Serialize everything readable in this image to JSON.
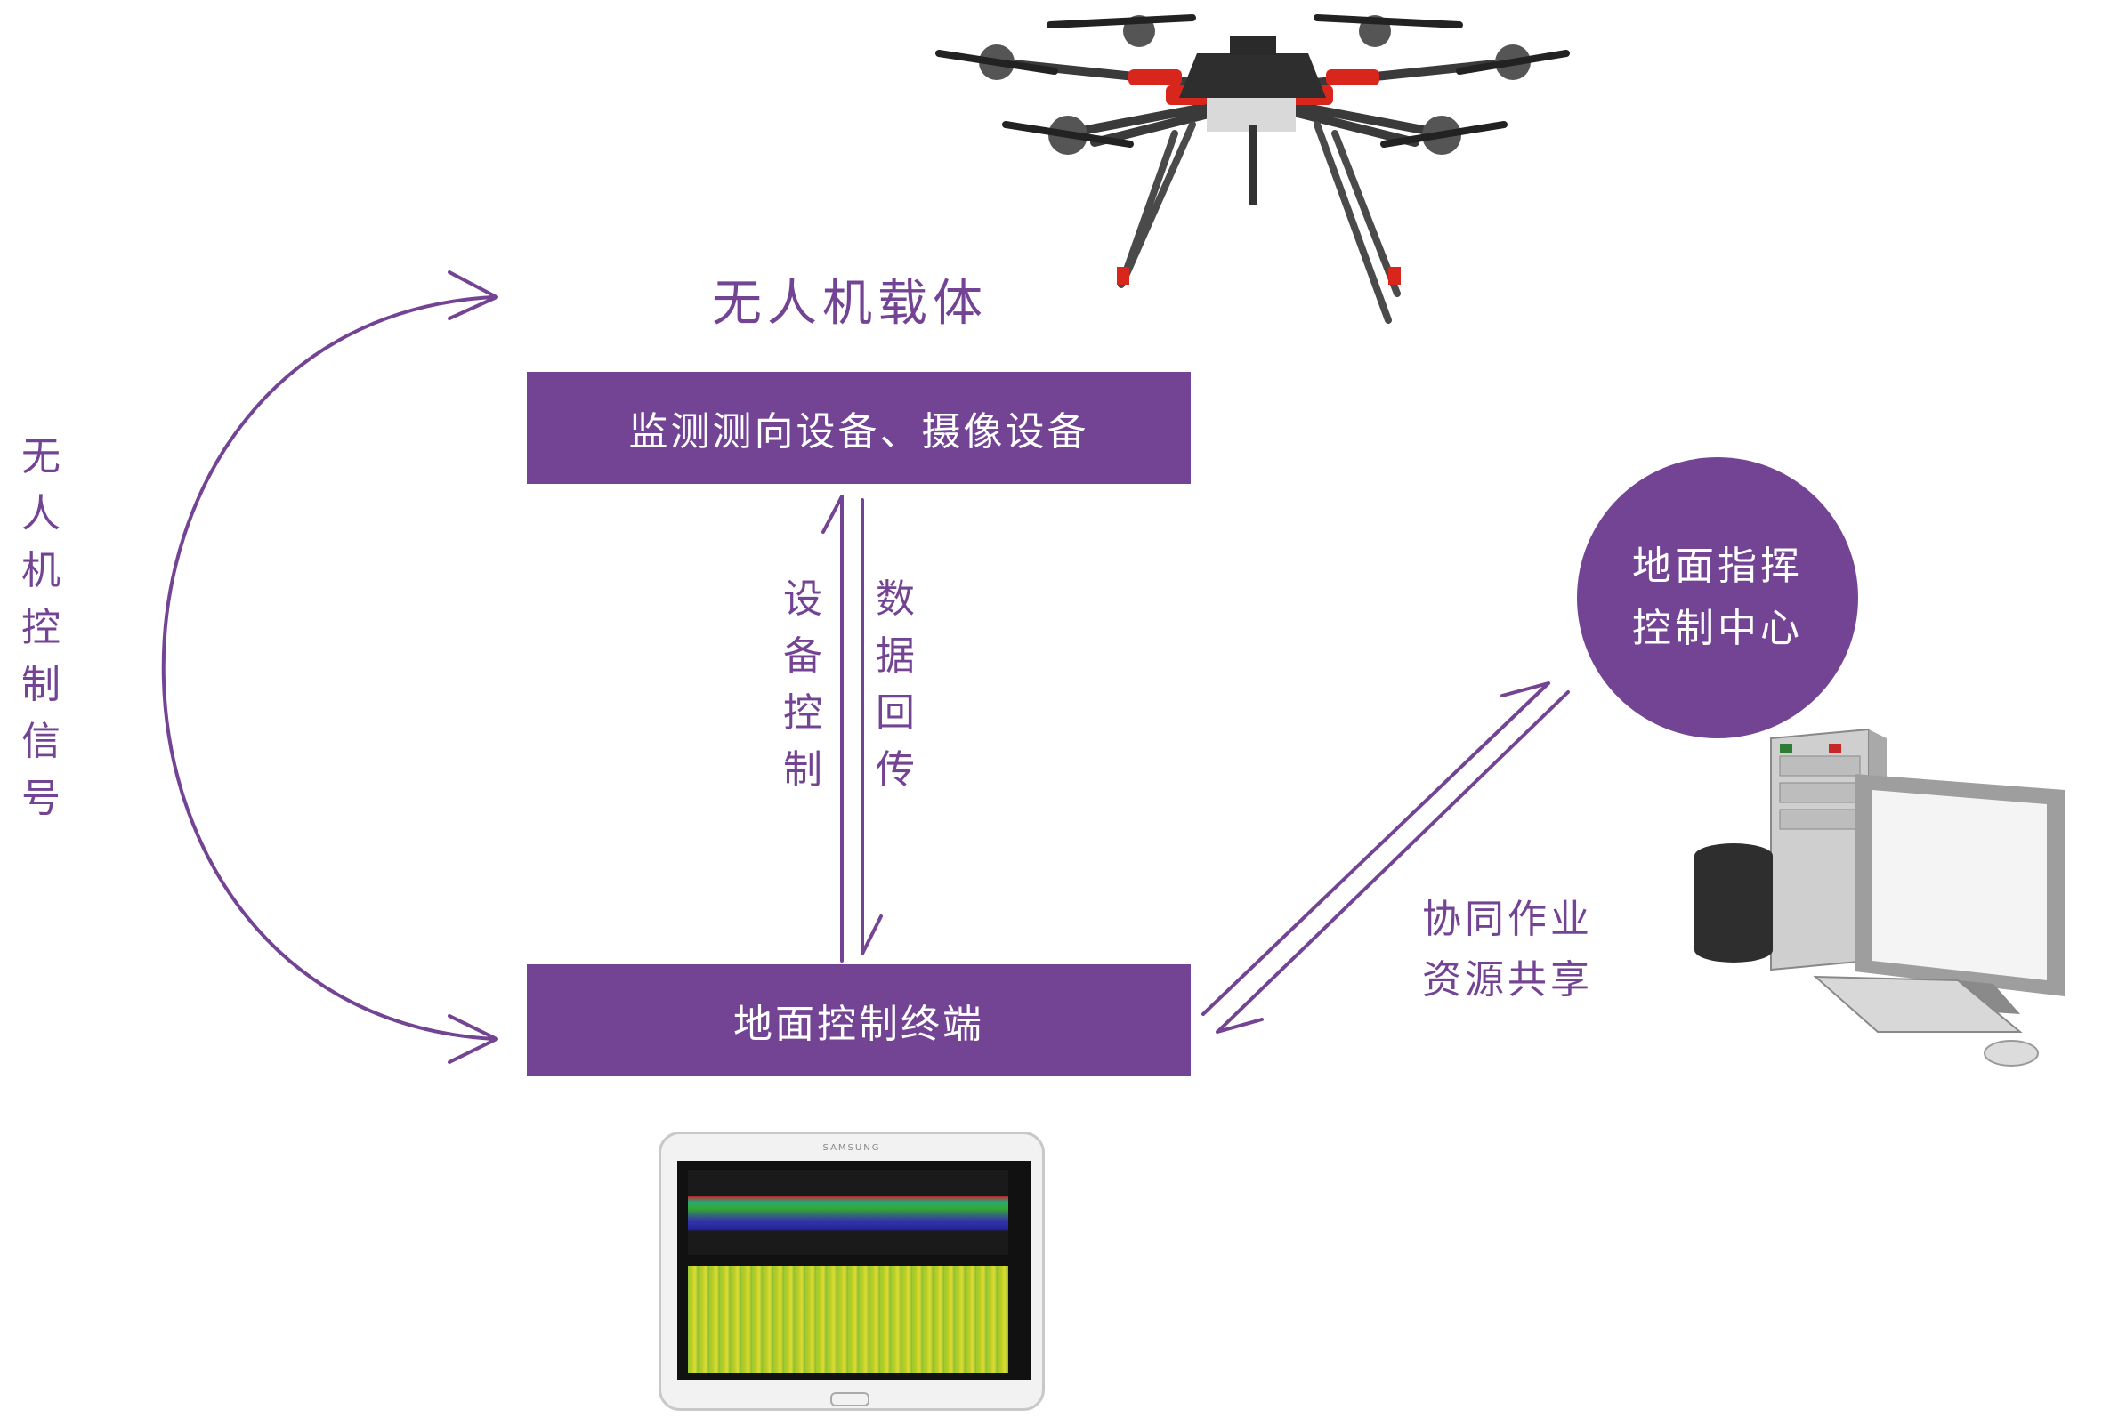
{
  "uav_title": "无人机载体",
  "top_box": "监测测向设备、摄像设备",
  "bottom_box": "地面控制终端",
  "left_label": [
    "无",
    "人",
    "机",
    "控",
    "制",
    "信",
    "号"
  ],
  "down_label": [
    "设",
    "备",
    "控",
    "制"
  ],
  "up_label": [
    "数",
    "据",
    "回",
    "传"
  ],
  "center": {
    "line1": "地面指挥",
    "line2": "控制中心"
  },
  "right_label": {
    "line1": "协同作业",
    "line2": "资源共享"
  },
  "tablet_brand": "SAMSUNG",
  "colors": {
    "accent": "#744494",
    "drone_red": "#d9261c"
  }
}
